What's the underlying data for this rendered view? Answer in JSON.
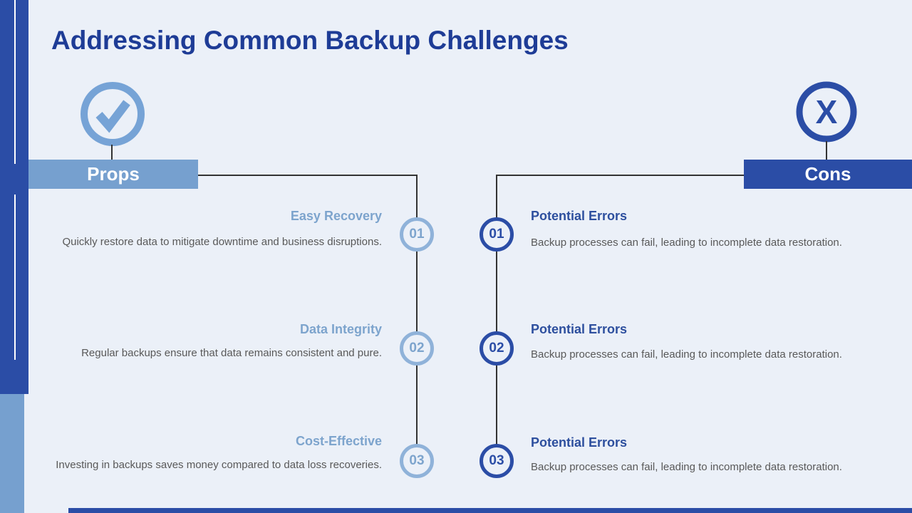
{
  "title": "Addressing Common Backup Challenges",
  "colors": {
    "background": "#ebf0f8",
    "accent_dark": "#2b4da6",
    "accent_light": "#76a0cf",
    "ring_light": "#8fb2d9",
    "title_text": "#1e3c96",
    "heading_light": "#7da4cd",
    "heading_dark": "#2d4f9e",
    "body_text": "#595959",
    "connector": "#333333"
  },
  "props": {
    "label": "Props",
    "icon": "check-icon",
    "items": [
      {
        "number": "01",
        "title": "Easy Recovery",
        "description": "Quickly restore data to mitigate downtime and business disruptions."
      },
      {
        "number": "02",
        "title": "Data Integrity",
        "description": "Regular backups ensure that data remains consistent and pure."
      },
      {
        "number": "03",
        "title": "Cost-Effective",
        "description": "Investing in backups saves money compared to data loss recoveries."
      }
    ]
  },
  "cons": {
    "label": "Cons",
    "icon": "x-icon",
    "items": [
      {
        "number": "01",
        "title": "Potential Errors",
        "description": "Backup processes can fail, leading to incomplete data restoration."
      },
      {
        "number": "02",
        "title": "Potential Errors",
        "description": "Backup processes can fail, leading to incomplete data restoration."
      },
      {
        "number": "03",
        "title": "Potential Errors",
        "description": "Backup processes can fail, leading to incomplete data restoration."
      }
    ]
  }
}
